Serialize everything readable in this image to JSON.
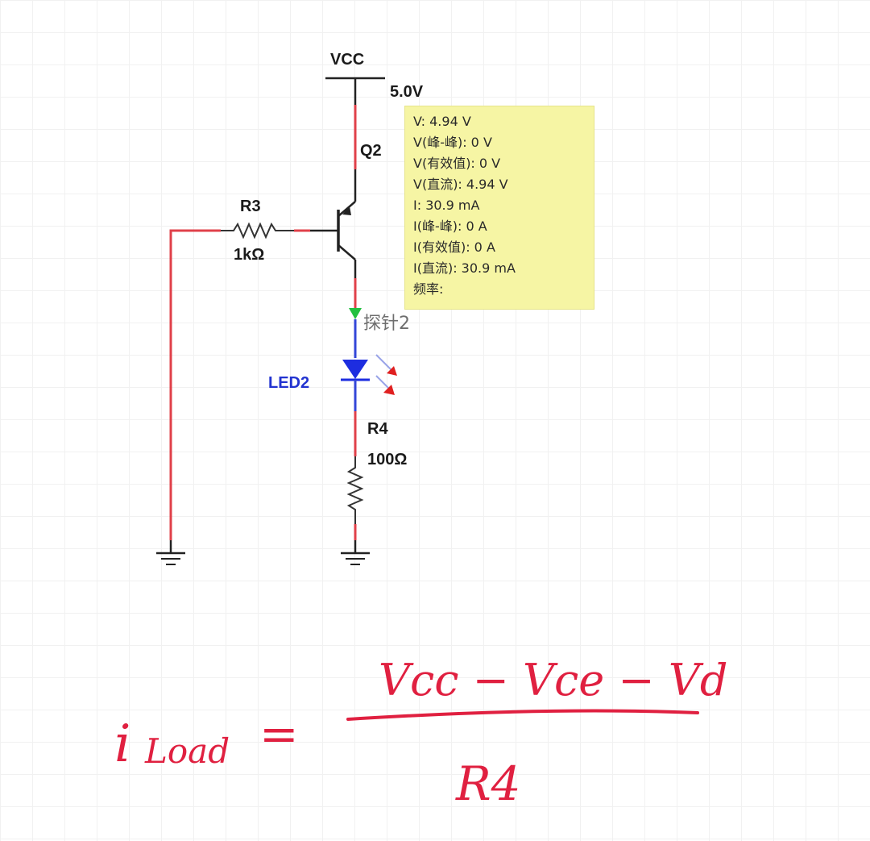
{
  "schematic": {
    "vcc": {
      "name": "VCC",
      "voltage": "5.0V"
    },
    "transistor": {
      "name": "Q2"
    },
    "r3": {
      "name": "R3",
      "value": "1kΩ"
    },
    "probe": {
      "name": "探针2"
    },
    "led": {
      "name": "LED2"
    },
    "r4": {
      "name": "R4",
      "value": "100Ω"
    },
    "colors": {
      "wire_red": "#e0404a",
      "wire_blue": "#3346d8",
      "led_blue": "#1d2de0",
      "led_arrows": "#e02020",
      "probe_green": "#22c040",
      "tooltip_bg": "#f6f5a4",
      "handwriting": "#e02040"
    }
  },
  "probe_readout": [
    "V: 4.94 V",
    "V(峰-峰): 0 V",
    "V(有效值): 0 V",
    "V(直流): 4.94 V",
    "I: 30.9 mA",
    "I(峰-峰): 0 A",
    "I(有效值): 0 A",
    "I(直流): 30.9 mA",
    "频率:"
  ],
  "formula": {
    "lhs": "i",
    "lhs_sub": "Load",
    "equals": "=",
    "numerator": "Vcc − Vce − Vd",
    "denominator": "R4"
  }
}
